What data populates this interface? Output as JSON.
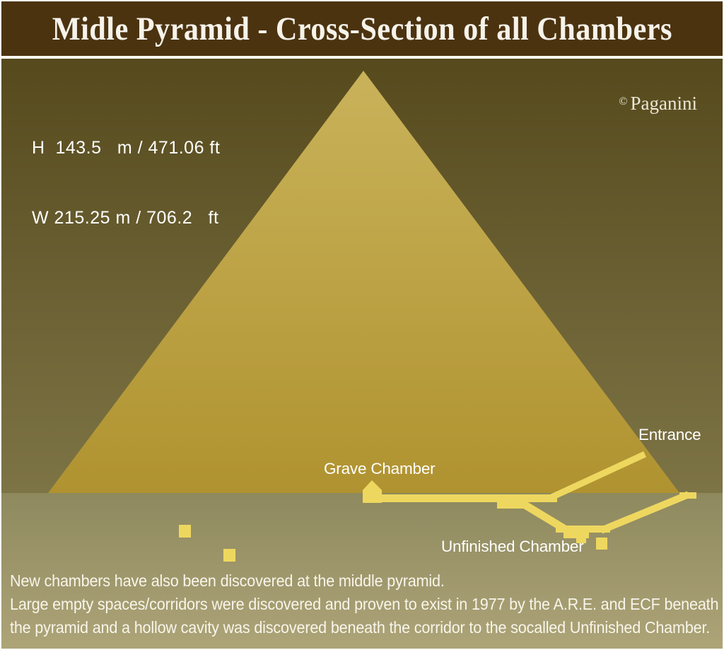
{
  "header": {
    "title": "Midle Pyramid - Cross-Section of all Chambers"
  },
  "measurements": {
    "height_line": "H  143.5   m / 471.06 ft",
    "width_line": "W 215.25 m / 706.2   ft"
  },
  "credit": {
    "symbol": "©",
    "name": "Paganini"
  },
  "labels": {
    "entrance": "Entrance",
    "grave_chamber": "Grave Chamber",
    "unfinished_chamber": "Unfinished Chamber"
  },
  "footnote": {
    "line1": "New chambers have also been discovered at the middle pyramid.",
    "line2": "Large empty spaces/corridors were discovered and proven to exist in 1977 by the A.R.E. and ECF beneath",
    "line3": "the pyramid and a hollow cavity was discovered beneath the corridor to the socalled Unfinished Chamber."
  },
  "colors": {
    "page_border": "#fbf9f2",
    "header_bg": "#4c3310",
    "title_color": "#f6f3ea",
    "sky_top": "#564a1d",
    "sky_bottom": "#7d7446",
    "ground_top": "#8e895e",
    "ground_bottom": "#ada478",
    "pyramid_top": "#c9b25a",
    "pyramid_bottom": "#b09330",
    "corridor": "#eed75f",
    "label_color": "#ffffff",
    "credit_color": "#ece7d6",
    "footnote_color": "#f8f5ea"
  }
}
